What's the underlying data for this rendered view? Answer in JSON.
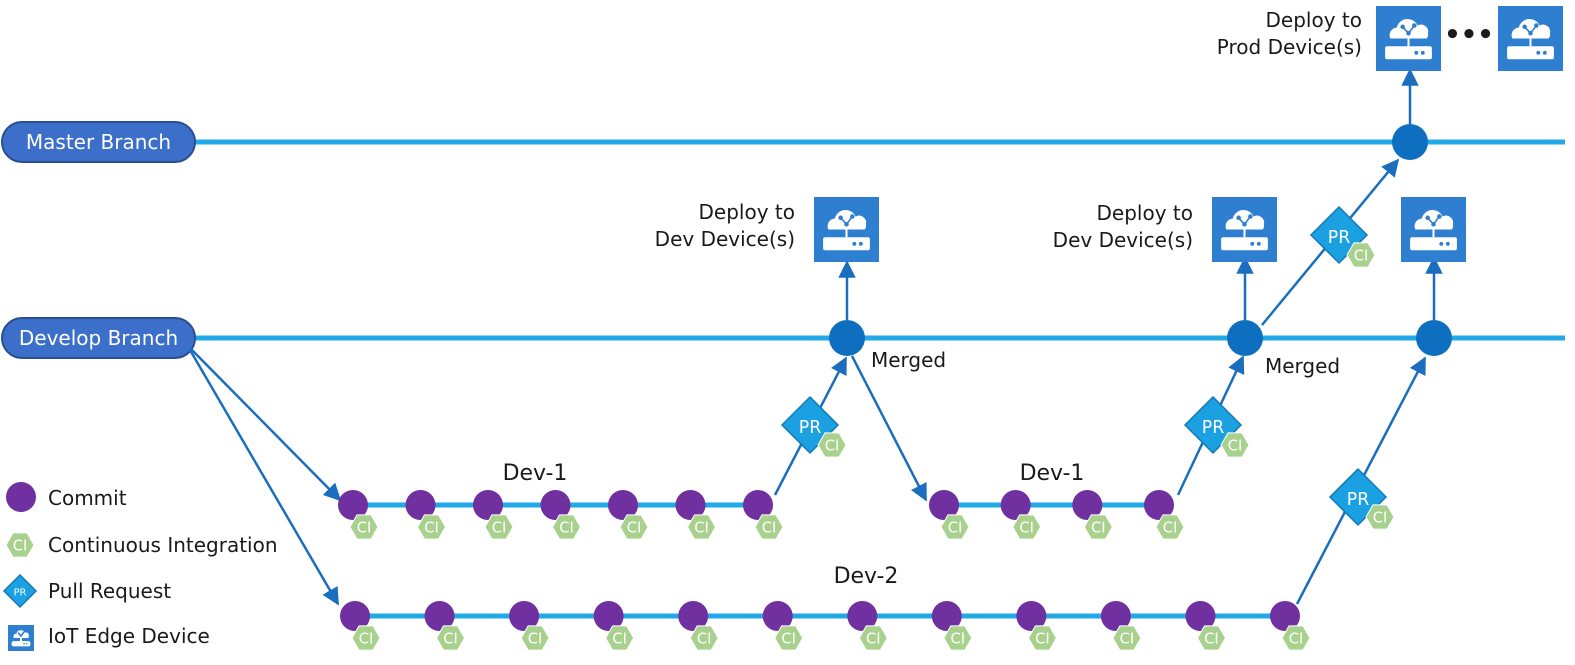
{
  "branches": {
    "master": "Master Branch",
    "develop": "Develop Branch",
    "dev1_first": "Dev-1",
    "dev1_second": "Dev-1",
    "dev2": "Dev-2"
  },
  "annotations": {
    "deploy_prod": [
      "Deploy to",
      "Prod Device(s)"
    ],
    "deploy_dev_1": [
      "Deploy to",
      "Dev Device(s)"
    ],
    "deploy_dev_2": [
      "Deploy to",
      "Dev Device(s)"
    ],
    "merged_1": "Merged",
    "merged_2": "Merged",
    "ellipsis": "•••"
  },
  "badges": {
    "ci": "CI",
    "pr": "PR"
  },
  "legend": [
    {
      "icon": "commit",
      "label": "Commit"
    },
    {
      "icon": "ci",
      "label": "Continuous Integration"
    },
    {
      "icon": "pr",
      "label": "Pull Request"
    },
    {
      "icon": "iot",
      "label": "IoT Edge Device"
    }
  ],
  "counts": {
    "dev1_first_commits": 7,
    "dev1_second_commits": 4,
    "dev2_commits": 12
  },
  "colors": {
    "line": "#21A9E8",
    "arrow": "#1A6EBD",
    "merge_node": "#0E6FC0",
    "commit": "#7030A0",
    "ci_fill": "#A9D18E",
    "ci_text": "#FFFFFF",
    "pr_fill": "#1BA1E2",
    "device_fill": "#2F7FD0",
    "pill_fill": "#3B6FC9",
    "pill_stroke": "#2A4E8F"
  }
}
